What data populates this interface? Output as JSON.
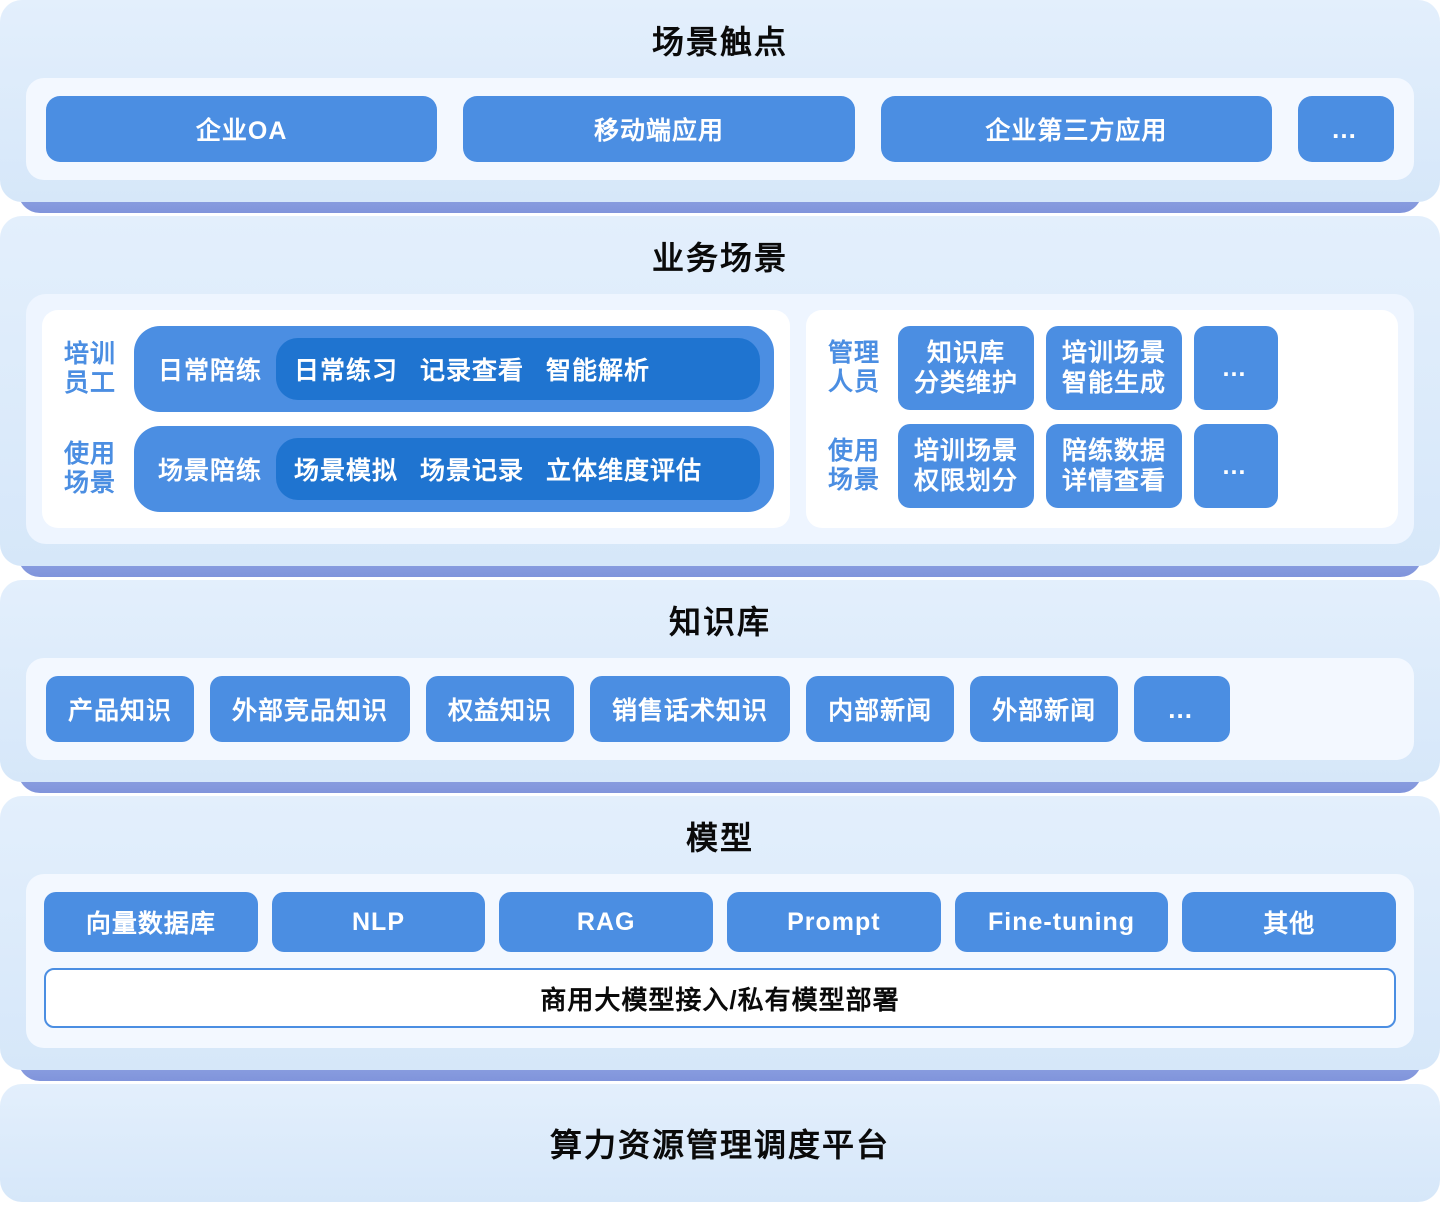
{
  "layers": {
    "touchpoints": {
      "title": "场景触点",
      "items": [
        "企业OA",
        "移动端应用",
        "企业第三方应用"
      ],
      "more": "…"
    },
    "business": {
      "title": "业务场景",
      "left": {
        "rows": [
          {
            "label": "培训\n员工",
            "head": "日常陪练",
            "items": [
              "日常练习",
              "记录查看",
              "智能解析"
            ]
          },
          {
            "label": "使用\n场景",
            "head": "场景陪练",
            "items": [
              "场景模拟",
              "场景记录",
              "立体维度评估"
            ]
          }
        ]
      },
      "right": {
        "rows": [
          {
            "label": "管理\n人员",
            "items": [
              "知识库\n分类维护",
              "培训场景\n智能生成"
            ],
            "more": "…"
          },
          {
            "label": "使用\n场景",
            "items": [
              "培训场景\n权限划分",
              "陪练数据\n详情查看"
            ],
            "more": "…"
          }
        ]
      }
    },
    "knowledge": {
      "title": "知识库",
      "items": [
        "产品知识",
        "外部竞品知识",
        "权益知识",
        "销售话术知识",
        "内部新闻",
        "外部新闻"
      ],
      "more": "…"
    },
    "model": {
      "title": "模型",
      "items": [
        "向量数据库",
        "NLP",
        "RAG",
        "Prompt",
        "Fine-tuning",
        "其他"
      ],
      "bar": "商用大模型接入/私有模型部署"
    },
    "platform": {
      "title": "算力资源管理调度平台"
    }
  },
  "colors": {
    "chip_blue": "#4b8ee2",
    "chip_blue_dark": "#1f74d0",
    "panel_bg": "#dceaf9",
    "base_band": "#8a9ee0",
    "card_bg": "#f3f8ff",
    "label_blue": "#4b8ee2"
  }
}
